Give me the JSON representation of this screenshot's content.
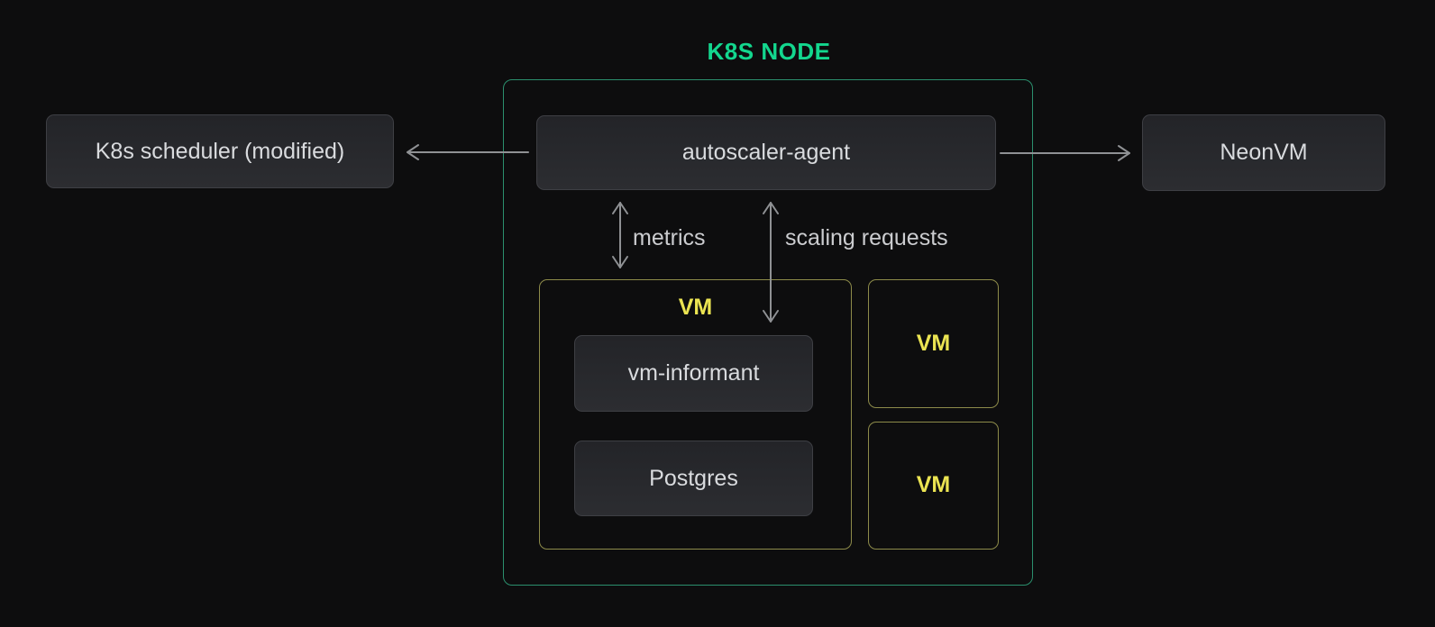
{
  "diagram": {
    "node_title": "K8S NODE",
    "scheduler_label": "K8s scheduler (modified)",
    "autoscaler_label": "autoscaler-agent",
    "neonvm_label": "NeonVM",
    "vm_main_label": "VM",
    "vm_informant_label": "vm-informant",
    "postgres_label": "Postgres",
    "vm_small_1_label": "VM",
    "vm_small_2_label": "VM",
    "metrics_arrow_label": "metrics",
    "scaling_arrow_label": "scaling requests"
  },
  "colors": {
    "background": "#0D0D0E",
    "box-fill": "#232428",
    "box-fill-bottom": "#2C2D31",
    "box-border": "#3E3F44",
    "box-text": "#D9DBDE",
    "accent-green": "#13D78E",
    "green-border": "#2B8F6D",
    "accent-yellow": "#EBE452",
    "yellow-border": "#8D8B4A",
    "arrow": "#8F9194",
    "arrow-label": "#CBCCCF"
  }
}
